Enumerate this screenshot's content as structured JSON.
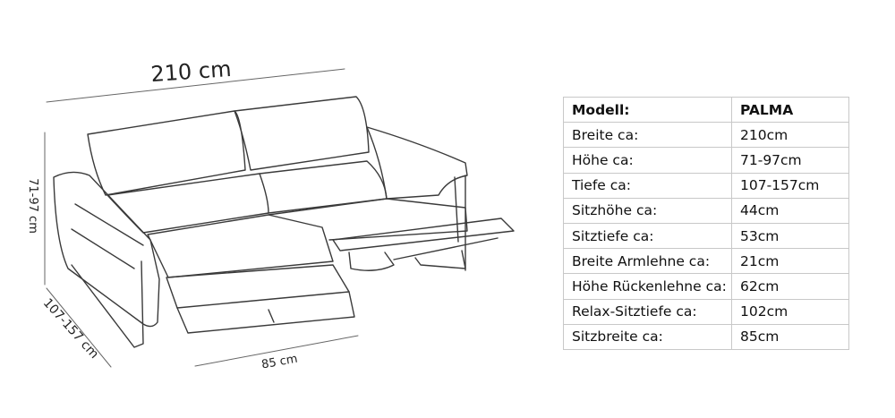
{
  "dimensions": {
    "width": "210 cm",
    "height": "71-97 cm",
    "depth": "107-157 cm",
    "seat_width": "85 cm"
  },
  "table": {
    "header": {
      "label": "Modell:",
      "value": "PALMA"
    },
    "rows": [
      {
        "label": "Breite ca:",
        "value": "210cm"
      },
      {
        "label": "Höhe ca:",
        "value": "71-97cm"
      },
      {
        "label": "Tiefe ca:",
        "value": "107-157cm"
      },
      {
        "label": "Sitzhöhe ca:",
        "value": "44cm"
      },
      {
        "label": "Sitztiefe ca:",
        "value": "53cm"
      },
      {
        "label": "Breite Armlehne ca:",
        "value": "21cm"
      },
      {
        "label": "Höhe Rückenlehne ca:",
        "value": "62cm"
      },
      {
        "label": "Relax-Sitztiefe ca:",
        "value": "102cm"
      },
      {
        "label": "Sitzbreite ca:",
        "value": "85cm"
      }
    ]
  }
}
